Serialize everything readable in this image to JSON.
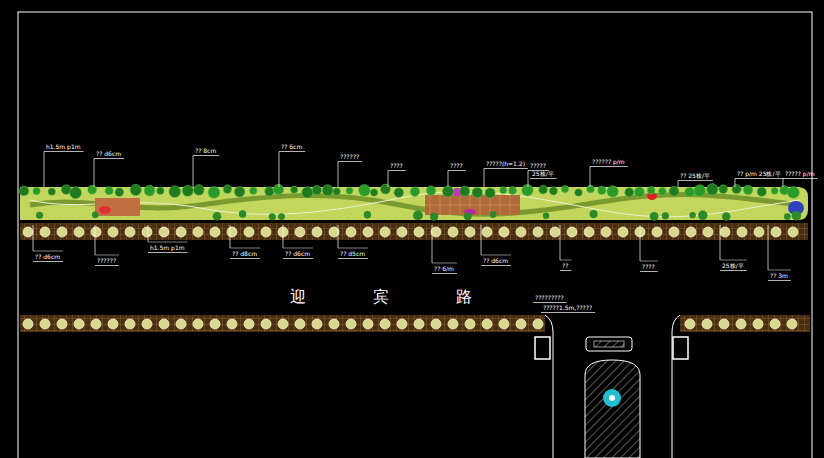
{
  "diagram": {
    "labels": [
      "h1.5m p1m",
      "?? d6cm",
      "?? 8cm",
      "?? 6cm",
      "??????",
      "????",
      "????",
      "?????(h=1.2)",
      "?????",
      "25株/平",
      "?????? p/m",
      "?? 25株/平",
      "?? p/m 25株/平",
      "????? p/m",
      "?? d6cm",
      "??????",
      "h1.5m p1m",
      "?? d8cm",
      "?? d6cm",
      "?? d5cm",
      "?? 6/m",
      "?? d6cm",
      "??",
      "????",
      "25株/平",
      "?? 3m",
      "迎 宾 路",
      "?????????",
      "?????1.5m,?????"
    ]
  }
}
